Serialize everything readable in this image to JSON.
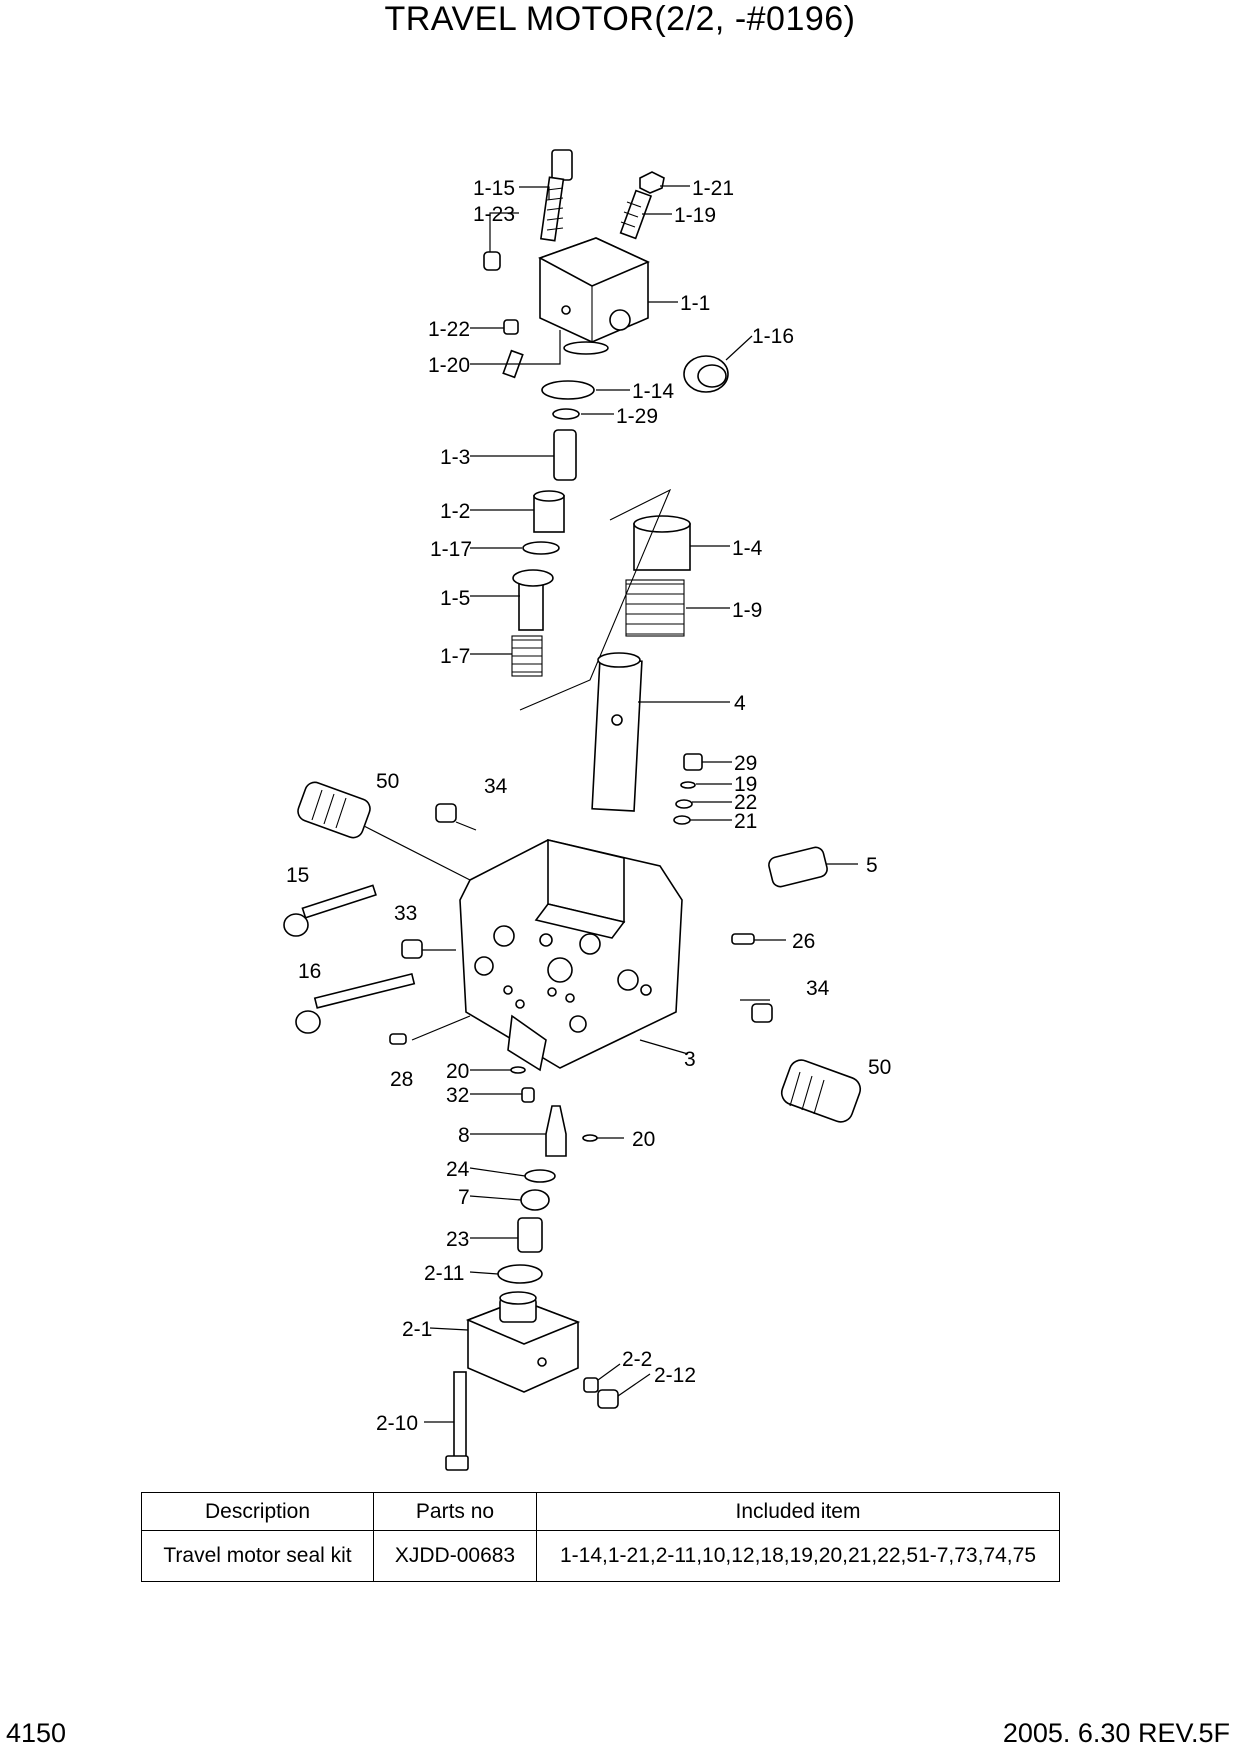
{
  "title": "TRAVEL MOTOR(2/2, -#0196)",
  "callouts": {
    "c1_15": "1-15",
    "c1_23": "1-23",
    "c1_21": "1-21",
    "c1_19": "1-19",
    "c1_1": "1-1",
    "c1_16": "1-16",
    "c1_22": "1-22",
    "c1_20": "1-20",
    "c1_14": "1-14",
    "c1_29": "1-29",
    "c1_3": "1-3",
    "c1_2": "1-2",
    "c1_17": "1-17",
    "c1_5": "1-5",
    "c1_7": "1-7",
    "c1_4": "1-4",
    "c1_9": "1-9",
    "c4": "4",
    "c29": "29",
    "c19": "19",
    "c22": "22",
    "c21": "21",
    "c50a": "50",
    "c34a": "34",
    "c15": "15",
    "c5": "5",
    "c33": "33",
    "c26": "26",
    "c16": "16",
    "c34b": "34",
    "c28": "28",
    "c3": "3",
    "c50b": "50",
    "c20a": "20",
    "c32": "32",
    "c8": "8",
    "c20b": "20",
    "c24": "24",
    "c7": "7",
    "c23": "23",
    "c2_11": "2-11",
    "c2_1": "2-1",
    "c2_2": "2-2",
    "c2_12": "2-12",
    "c2_10": "2-10"
  },
  "kit_table": {
    "headers": [
      "Description",
      "Parts no",
      "Included item"
    ],
    "row": [
      "Travel motor seal kit",
      "XJDD-00683",
      "1-14,1-21,2-11,10,12,18,19,20,21,22,51-7,73,74,75"
    ]
  },
  "footer": {
    "page_number": "4150",
    "revision": "2005. 6.30  REV.5F"
  }
}
